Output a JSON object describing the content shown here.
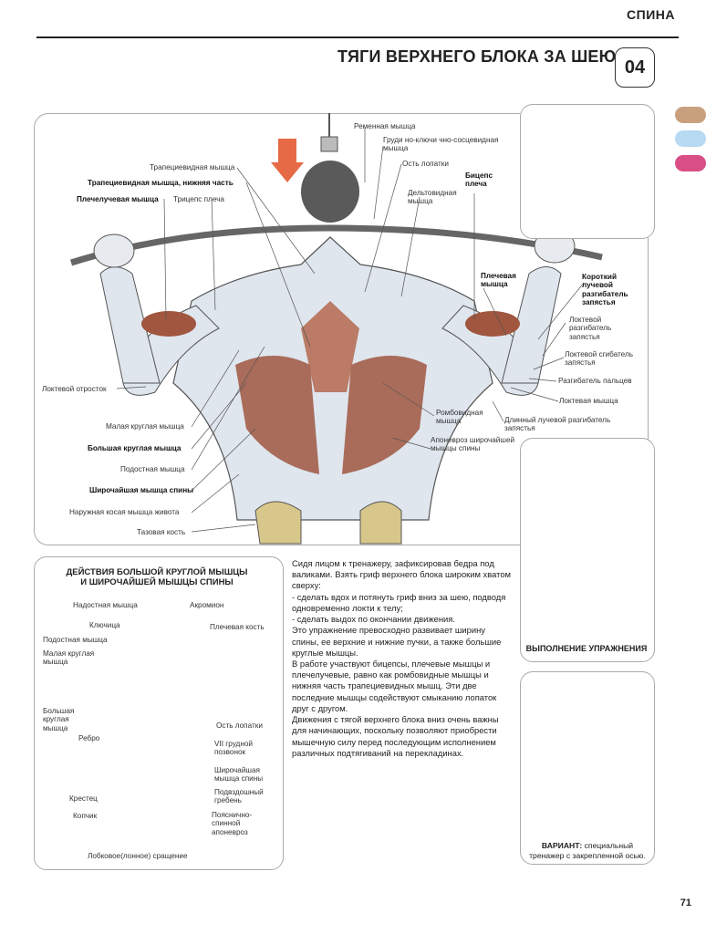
{
  "header": {
    "section": "СПИНА",
    "title": "ТЯГИ ВЕРХНЕГО БЛОКА ЗА ШЕЮ",
    "number": "04"
  },
  "colors": {
    "dot1": "#c9a07d",
    "dot2": "#b7d9f2",
    "dot3": "#d94e86",
    "muscle": "#a0563f",
    "arrow": "#e56a45"
  },
  "main_labels": {
    "remennaya": "Ременная мышца",
    "grudino": "Груди но-ключи чно-сосцевидная мышца",
    "os_lopatki": "Ость лопатки",
    "trapets": "Трапециевидная мышца",
    "trapets_niz": "Трапециевидная мышца, нижняя часть",
    "bitseps": "Бицепс плеча",
    "plecheluch": "Плечелучевая мышца",
    "tritseps": "Трицепс плеча",
    "deltovid": "Дельтовидная мышца",
    "plechevaya": "Плечевая мышца",
    "korotkiy": "Короткий лучевой разгибатель запястья",
    "loktevoy_razg": "Локтевой разгибатель запястья",
    "loktevoy_sgib": "Локтевой сгибатель запястья",
    "razg_paltsev": "Разгибатель пальцев",
    "loktevaya": "Локтевая мышца",
    "loktevoy_otrostok": "Локтевой отросток",
    "romboid": "Ромбовидная мышца",
    "dlinny": "Длинный лучевой разгибатель запястья",
    "malaya_kruglaya": "Малая круглая мышца",
    "bolshaya_kruglaya": "Большая круглая мышца",
    "aponevroz": "Апоневроз широчайшей мышцы спины",
    "podostnaya": "Подостная мышца",
    "shirochayshaya": "Широчайшая мышца спины",
    "naruzhnaya": "Наружная косая мышца живота",
    "tazovaya": "Тазовая кость"
  },
  "inset": {
    "title_line1": "ДЕЙСТВИЯ БОЛЬШОЙ КРУГЛОЙ МЫШЦЫ",
    "title_line2": "И ШИРОЧАЙШЕЙ МЫШЦЫ СПИНЫ",
    "nadostnaya": "Надостная мышца",
    "akromion": "Акромион",
    "klyuchitsa": "Ключица",
    "plechevaya_kost": "Плечевая кость",
    "podostnaya": "Подостная мышца",
    "malaya": "Малая круглая мышца",
    "bolshaya": "Большая круглая мышца",
    "os_lopatki": "Ость лопатки",
    "rebro": "Ребро",
    "vii": "VII грудной позвонок",
    "shirochayshaya": "Широчайшая мышца спины",
    "podvzdoshny": "Подвздошный гребень",
    "krestets": "Крестец",
    "poyasnichno": "Пояснично-спинной апоневроз",
    "kopchik": "Копчик",
    "lobkovoe": "Лобковое(лонное) сращение"
  },
  "description": [
    "Сидя лицом к тренажеру, зафиксировав бедра под валиками. Взять гриф верхнего блока широким хватом сверху:",
    "-  сделать вдох и потянуть гриф вниз за шею, подводя одновременно локти к телу;",
    "-  сделать выдох по окончании движения.",
    "Это упражнение превосходно развивает ширину спины, ее верхние и нижние пучки, а также большие круглые мышцы.",
    "В работе участвуют бицепсы, плечевые мышцы и плечелучевые, равно как ромбовидные мышцы и нижняя часть трапециевидных мышц. Эти две последние мышцы содействуют смыканию лопаток друг с другом.",
    "Движения с тягой верхнего блока вниз очень важны для начинающих, поскольку позволяют приобрести мышечную силу перед последующим исполнением различных подтягиваний на перекладинах."
  ],
  "side": {
    "execution_caption": "ВЫПОЛНЕНИЕ УПРАЖНЕНИЯ",
    "variant_bold": "ВАРИАНТ:",
    "variant_text": "специальный тренажер с закрепленной осью."
  },
  "page_number": "71"
}
